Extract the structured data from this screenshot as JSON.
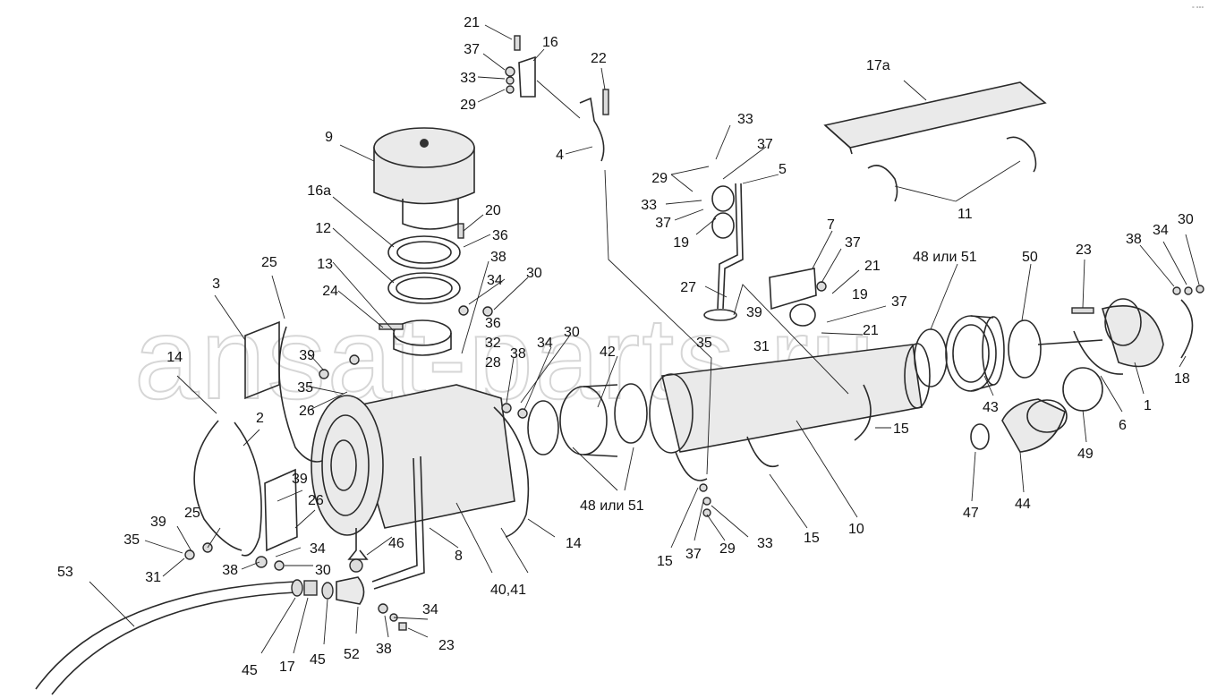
{
  "watermark": "ansat-parts.ru",
  "corner_mark": "° °°°",
  "callouts": [
    {
      "id": "c21a",
      "text": "21"
    },
    {
      "id": "c16",
      "text": "16"
    },
    {
      "id": "c37a",
      "text": "37"
    },
    {
      "id": "c33a",
      "text": "33"
    },
    {
      "id": "c29a",
      "text": "29"
    },
    {
      "id": "c22",
      "text": "22"
    },
    {
      "id": "c4",
      "text": "4"
    },
    {
      "id": "c9",
      "text": "9"
    },
    {
      "id": "c16a",
      "text": "16a"
    },
    {
      "id": "c20",
      "text": "20"
    },
    {
      "id": "c36a",
      "text": "36"
    },
    {
      "id": "c12",
      "text": "12"
    },
    {
      "id": "c38a",
      "text": "38"
    },
    {
      "id": "c13",
      "text": "13"
    },
    {
      "id": "c34a",
      "text": "34"
    },
    {
      "id": "c30a",
      "text": "30"
    },
    {
      "id": "c24",
      "text": "24"
    },
    {
      "id": "c36b",
      "text": "36"
    },
    {
      "id": "c32",
      "text": "32"
    },
    {
      "id": "c28",
      "text": "28"
    },
    {
      "id": "c3",
      "text": "3"
    },
    {
      "id": "c25a",
      "text": "25"
    },
    {
      "id": "c39a",
      "text": "39"
    },
    {
      "id": "c35a",
      "text": "35"
    },
    {
      "id": "c26a",
      "text": "26"
    },
    {
      "id": "c14a",
      "text": "14"
    },
    {
      "id": "c2",
      "text": "2"
    },
    {
      "id": "c39b",
      "text": "39"
    },
    {
      "id": "c26b",
      "text": "26"
    },
    {
      "id": "c25b",
      "text": "25"
    },
    {
      "id": "c39c",
      "text": "39"
    },
    {
      "id": "c35b",
      "text": "35"
    },
    {
      "id": "c31a",
      "text": "31"
    },
    {
      "id": "c34b",
      "text": "34"
    },
    {
      "id": "c38b",
      "text": "38"
    },
    {
      "id": "c30b",
      "text": "30"
    },
    {
      "id": "c46",
      "text": "46"
    },
    {
      "id": "c8",
      "text": "8"
    },
    {
      "id": "c53",
      "text": "53"
    },
    {
      "id": "c45a",
      "text": "45"
    },
    {
      "id": "c17",
      "text": "17"
    },
    {
      "id": "c45b",
      "text": "45"
    },
    {
      "id": "c52",
      "text": "52"
    },
    {
      "id": "c38c",
      "text": "38"
    },
    {
      "id": "c34c",
      "text": "34"
    },
    {
      "id": "c23a",
      "text": "23"
    },
    {
      "id": "c40",
      "text": "40,41"
    },
    {
      "id": "c14b",
      "text": "14"
    },
    {
      "id": "c48a",
      "text": "48 или 51"
    },
    {
      "id": "c34d",
      "text": "34"
    },
    {
      "id": "c30c",
      "text": "30"
    },
    {
      "id": "c38d",
      "text": "38"
    },
    {
      "id": "c42",
      "text": "42"
    },
    {
      "id": "c33b",
      "text": "33"
    },
    {
      "id": "c37b",
      "text": "37"
    },
    {
      "id": "c29b",
      "text": "29"
    },
    {
      "id": "c5",
      "text": "5"
    },
    {
      "id": "c33c",
      "text": "33"
    },
    {
      "id": "c37c",
      "text": "37"
    },
    {
      "id": "c19a",
      "text": "19"
    },
    {
      "id": "c7",
      "text": "7"
    },
    {
      "id": "c37d",
      "text": "37"
    },
    {
      "id": "c27",
      "text": "27"
    },
    {
      "id": "c21b",
      "text": "21"
    },
    {
      "id": "c19b",
      "text": "19"
    },
    {
      "id": "c37e",
      "text": "37"
    },
    {
      "id": "c39d",
      "text": "39"
    },
    {
      "id": "c35c",
      "text": "35"
    },
    {
      "id": "c31b",
      "text": "31"
    },
    {
      "id": "c21c",
      "text": "21"
    },
    {
      "id": "c17a",
      "text": "17a"
    },
    {
      "id": "c11",
      "text": "11"
    },
    {
      "id": "c48b",
      "text": "48 или 51"
    },
    {
      "id": "c50",
      "text": "50"
    },
    {
      "id": "c23b",
      "text": "23"
    },
    {
      "id": "c38e",
      "text": "38"
    },
    {
      "id": "c34e",
      "text": "34"
    },
    {
      "id": "c30d",
      "text": "30"
    },
    {
      "id": "c18",
      "text": "18"
    },
    {
      "id": "c1",
      "text": "1"
    },
    {
      "id": "c6",
      "text": "6"
    },
    {
      "id": "c43",
      "text": "43"
    },
    {
      "id": "c49",
      "text": "49"
    },
    {
      "id": "c47",
      "text": "47"
    },
    {
      "id": "c44",
      "text": "44"
    },
    {
      "id": "c15a",
      "text": "15"
    },
    {
      "id": "c15b",
      "text": "15"
    },
    {
      "id": "c15c",
      "text": "15"
    },
    {
      "id": "c37f",
      "text": "37"
    },
    {
      "id": "c29c",
      "text": "29"
    },
    {
      "id": "c33d",
      "text": "33"
    },
    {
      "id": "c15d",
      "text": "15"
    },
    {
      "id": "c10",
      "text": "10"
    }
  ]
}
